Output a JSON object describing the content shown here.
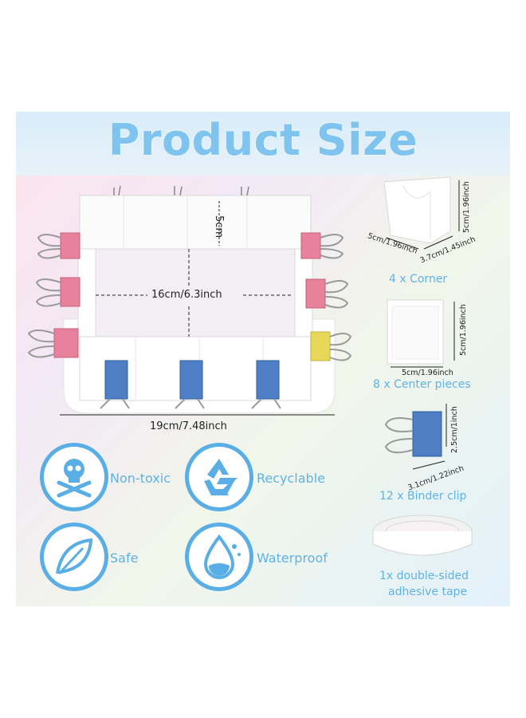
{
  "title": "Product Size",
  "main_product": {
    "height_label": "5cm",
    "inner_label": "16cm/6.3inch",
    "outer_label": "19cm/7.48inch"
  },
  "parts": [
    {
      "caption": "4 x Corner",
      "dim_a": "5cm/1.96inch",
      "dim_b": "3.7cm/1.45inch",
      "dim_c": "5cm/1.96inch"
    },
    {
      "caption": "8 x Center pieces",
      "dim_a": "5cm/1.96inch",
      "dim_b": "5cm/1.96inch"
    },
    {
      "caption": "12 x Binder clip",
      "dim_a": "2.5cm/1inch",
      "dim_b": "3.1cm/1.22inch"
    },
    {
      "caption_line1": "1x double-sided",
      "caption_line2": "adhesive tape"
    }
  ],
  "features": [
    {
      "label": "Non-toxic",
      "icon": "skull-crossbones-icon"
    },
    {
      "label": "Recyclable",
      "icon": "recycle-icon"
    },
    {
      "label": "Safe",
      "icon": "leaf-icon"
    },
    {
      "label": "Waterproof",
      "icon": "water-drop-icon"
    }
  ],
  "colors": {
    "accent": "#5aaee6",
    "title": "#7fc4ef",
    "clip_pink": "#e8829c",
    "clip_blue": "#4e7fc4",
    "clip_yellow": "#e8d85a"
  }
}
